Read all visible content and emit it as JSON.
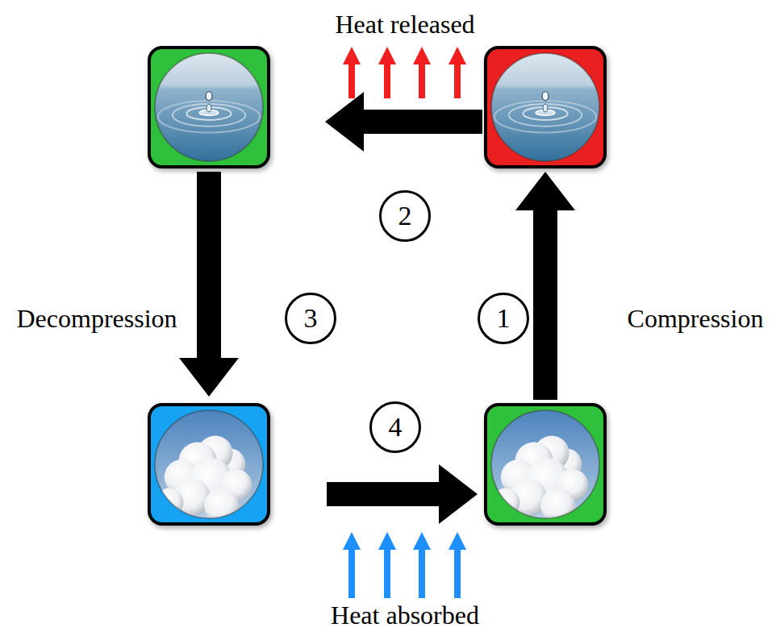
{
  "diagram": {
    "nodes": [
      {
        "text": []
      },
      {
        "text": []
      },
      {
        "text": []
      },
      {
        "text": []
      }
    ],
    "edges": [
      {
        "from": 3,
        "to": 1,
        "arrow": "to",
        "label": "1"
      },
      {
        "from": 1,
        "to": 0,
        "arrow": "to",
        "label": "2"
      },
      {
        "from": 0,
        "to": 2,
        "arrow": "to",
        "label": "3"
      },
      {
        "from": 2,
        "to": 3,
        "arrow": "to",
        "label": "4"
      }
    ],
    "labels": [
      "Heat released",
      "Decompression",
      "Compression",
      "Heat absorbed"
    ]
  }
}
